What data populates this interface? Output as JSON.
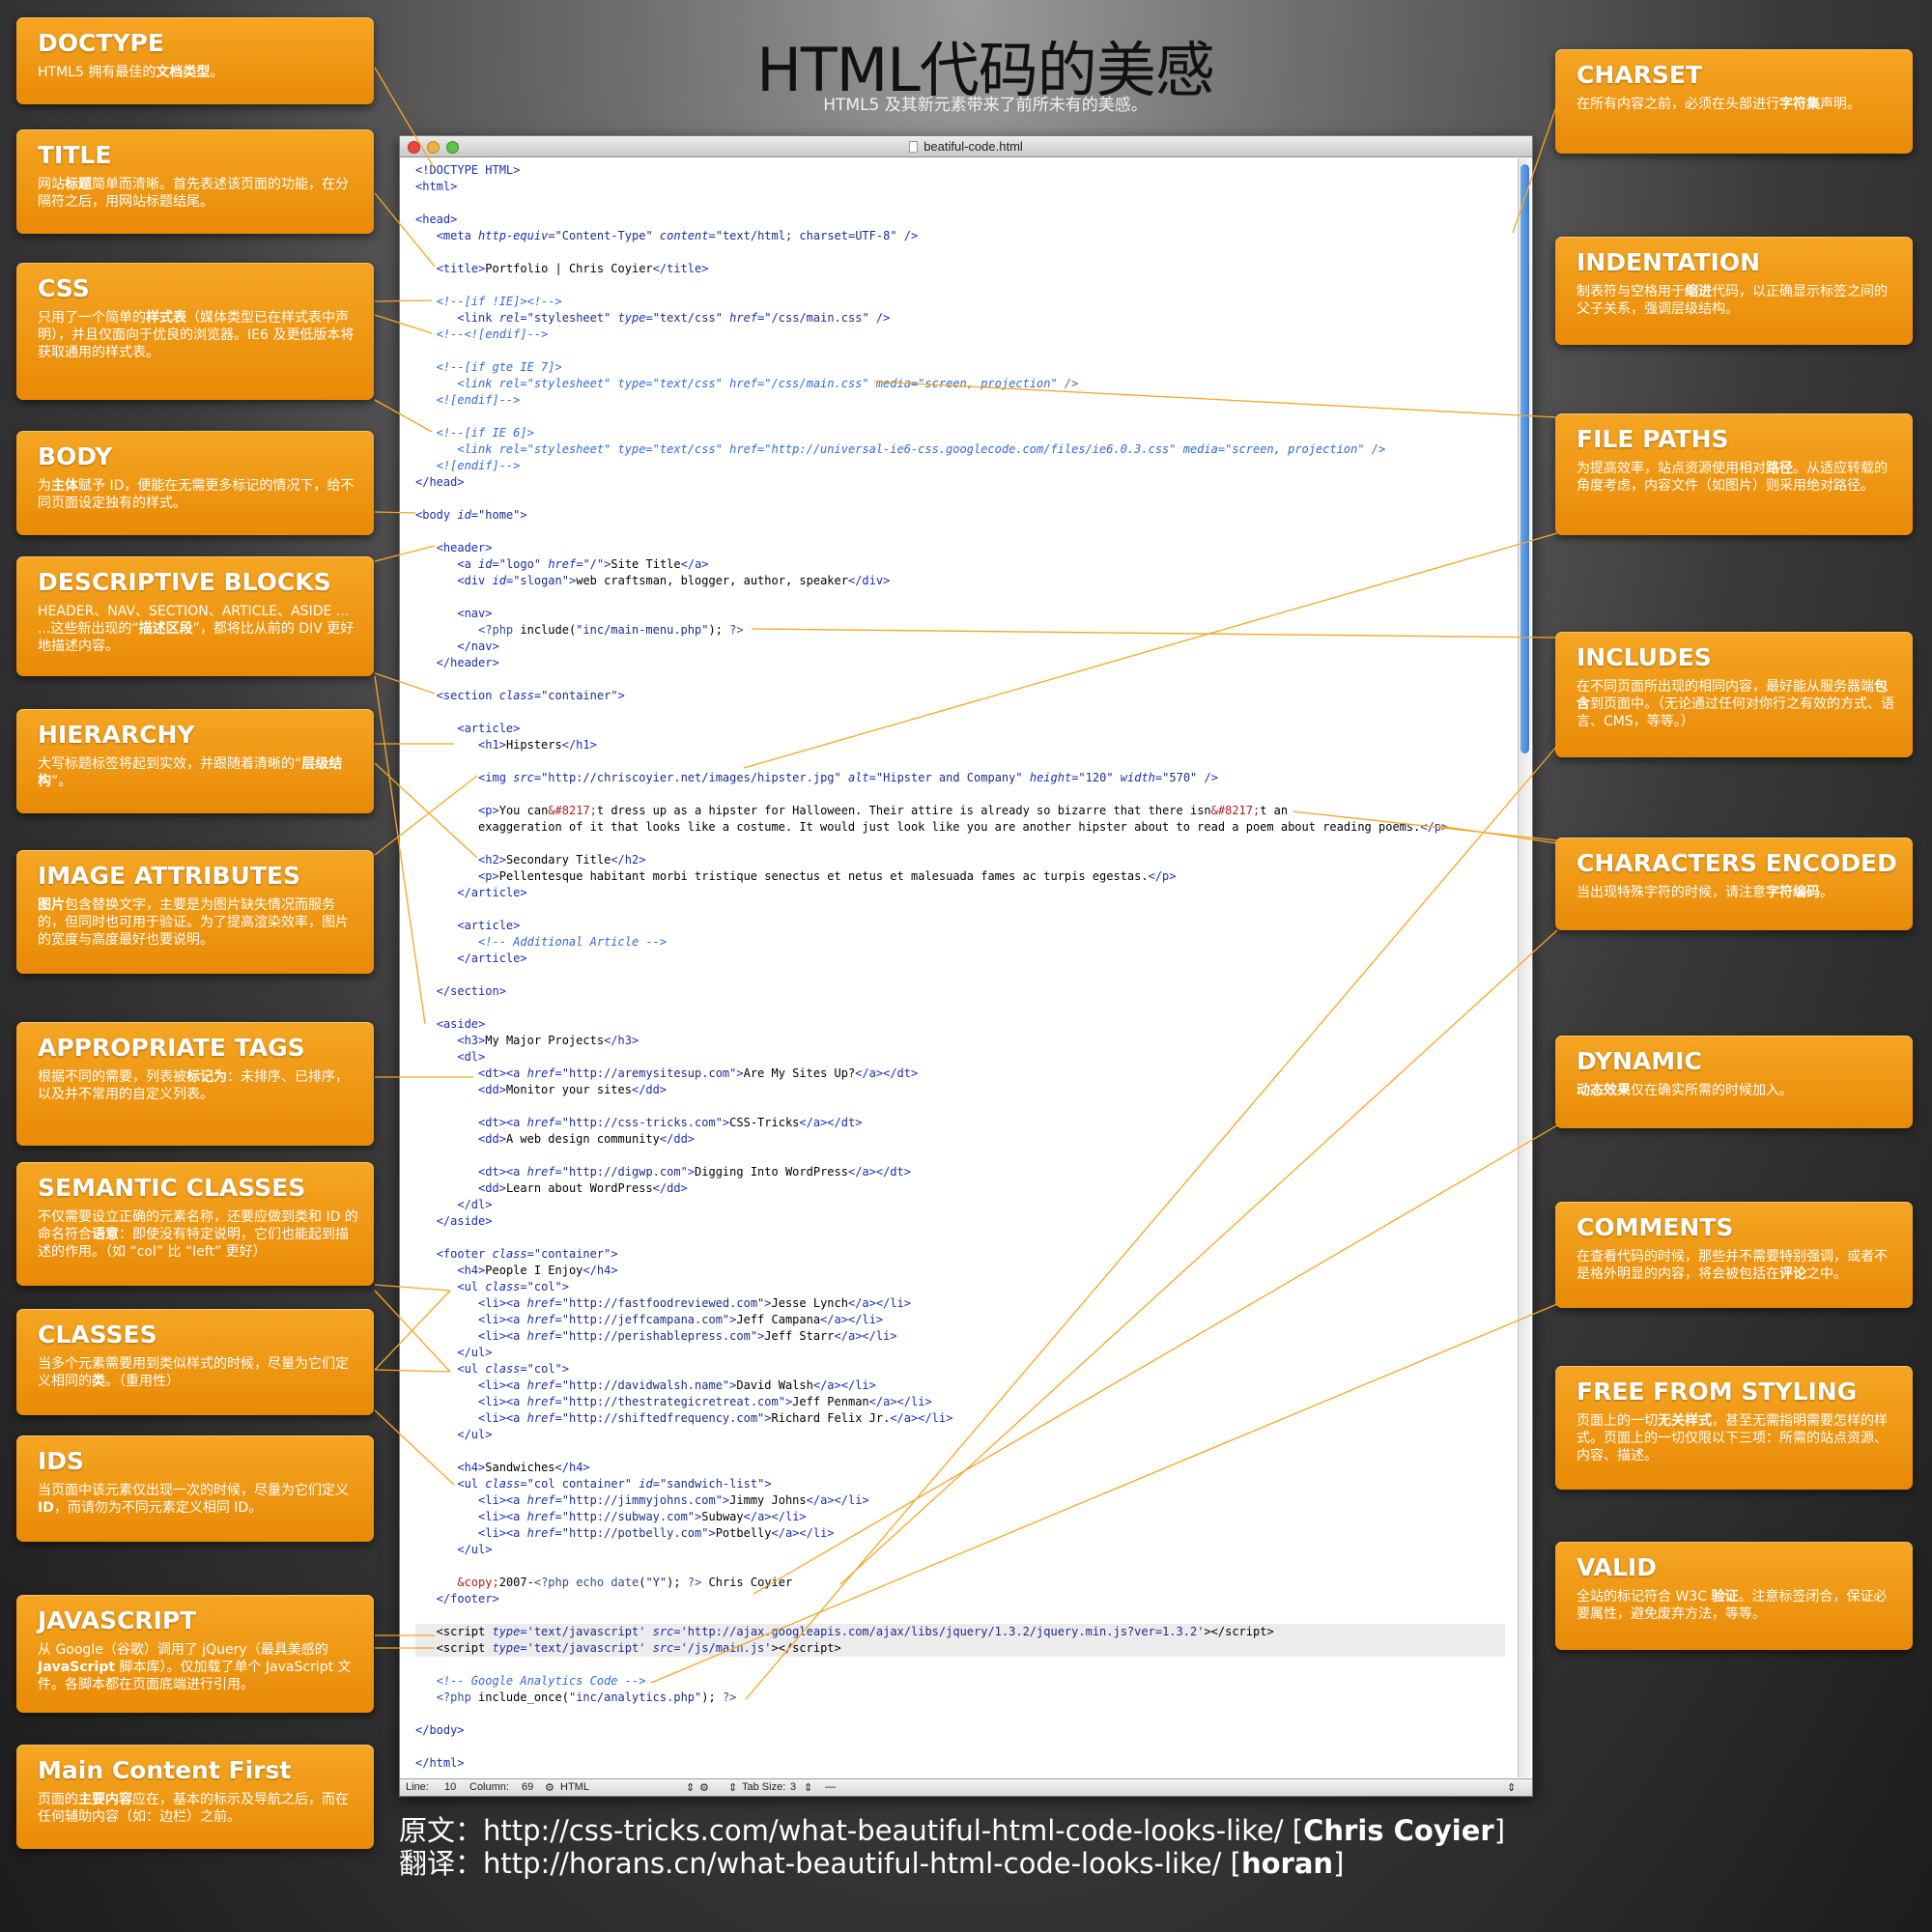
{
  "header": {
    "title": "HTML代码的美感",
    "subtitle": "HTML5 及其新元素带来了前所未有的美感。"
  },
  "left_cards": [
    {
      "title": "DOCTYPE",
      "desc": "HTML5 拥有最佳的<b>文档类型</b>。"
    },
    {
      "title": "TITLE",
      "desc": "网站<b>标题</b>简单而清晰。首先表述该页面的功能，在分隔符之后，用网站标题结尾。"
    },
    {
      "title": "CSS",
      "desc": "只用了一个简单的<b>样式表</b>（媒体类型已在样式表中声明），并且仅面向于优良的浏览器。IE6 及更低版本将获取通用的样式表。"
    },
    {
      "title": "BODY",
      "desc": "为<b>主体</b>赋予 ID，便能在无需更多标记的情况下，给不同页面设定独有的样式。"
    },
    {
      "title": "DESCRIPTIVE BLOCKS",
      "desc": "HEADER、NAV、SECTION、ARTICLE、ASIDE ... ...这些新出现的“<b>描述区段</b>”，都将比从前的 DIV 更好地描述内容。"
    },
    {
      "title": "HIERARCHY",
      "desc": "大写标题标签将起到实效，并跟随着清晰的“<b>层级结构</b>”。"
    },
    {
      "title": "IMAGE ATTRIBUTES",
      "desc": "<b>图片</b>包含替换文字，主要是为图片缺失情况而服务的，但同时也可用于验证。为了提高渲染效率，图片的宽度与高度最好也要说明。"
    },
    {
      "title": "APPROPRIATE TAGS",
      "desc": "根据不同的需要，列表被<b>标记为</b>：未排序、已排序，以及并不常用的自定义列表。"
    },
    {
      "title": "SEMANTIC CLASSES",
      "desc": "不仅需要设立正确的元素名称，还要应做到类和 ID 的命名符合<b>语意</b>：即使没有特定说明，它们也能起到描述的作用。（如 “col” 比 “left” 更好）"
    },
    {
      "title": "CLASSES",
      "desc": "当多个元素需要用到类似样式的时候，尽量为它们定义相同的<b>类</b>。（重用性）"
    },
    {
      "title": "IDS",
      "desc": "当页面中该元素仅出现一次的时候，尽量为它们定义 <b>ID</b>，而请勿为不同元素定义相同 ID。"
    },
    {
      "title": "JAVASCRIPT",
      "desc": "从 Google（谷歌）调用了 jQuery（最具美感的 <b>JavaScript</b> 脚本库）。仅加载了单个 JavaScript 文件。各脚本都在页面底端进行引用。"
    },
    {
      "title": "Main Content First",
      "desc": "页面的<b>主要内容</b>应在，基本的标示及导航之后，而在任何辅助内容（如：边栏）之前。"
    }
  ],
  "right_cards": [
    {
      "title": "CHARSET",
      "desc": "在所有内容之前，必须在头部进行<b>字符集</b>声明。"
    },
    {
      "title": "INDENTATION",
      "desc": "制表符与空格用于<b>缩进</b>代码，以正确显示标签之间的父子关系，强调层级结构。"
    },
    {
      "title": "FILE PATHS",
      "desc": "为提高效率，站点资源使用相对<b>路径</b>。从适应转载的角度考虑，内容文件（如图片）则采用绝对路径。"
    },
    {
      "title": "INCLUDES",
      "desc": "在不同页面所出现的相同内容，最好能从服务器端<b>包含</b>到页面中。（无论通过任何对你行之有效的方式、语言、CMS，等等。）"
    },
    {
      "title": "CHARACTERS ENCODED",
      "desc": "当出现特殊字符的时候，请注意<b>字符编码</b>。"
    },
    {
      "title": "DYNAMIC",
      "desc": "<b>动态效果</b>仅在确实所需的时候加入。"
    },
    {
      "title": "COMMENTS",
      "desc": "在查看代码的时候，那些并不需要特别强调，或者不是格外明显的内容，将会被包括在<b>评论</b>之中。"
    },
    {
      "title": "FREE FROM STYLING",
      "desc": "页面上的一切<b>无关样式</b>，甚至无需指明需要怎样的样式。页面上的一切仅限以下三项：所需的站点资源、内容、描述。"
    },
    {
      "title": "VALID",
      "desc": "全站的标记符合 W3C <b>验证</b>。注意标签闭合，保证必要属性，避免废弃方法，等等。"
    }
  ],
  "editor": {
    "filename": "beatiful-code.html",
    "status": {
      "line_label": "Line:",
      "line": "10",
      "column_label": "Column:",
      "column": "69",
      "syntax": "HTML",
      "tab_label": "Tab Size:",
      "tab_size": "3",
      "symbol": "—"
    },
    "code": [
      {
        "hl": false,
        "html": "<span class=\"t\">&lt;!DOCTYPE HTML&gt;</span>"
      },
      {
        "hl": false,
        "html": "<span class=\"t\">&lt;html&gt;</span>"
      },
      {
        "hl": false,
        "html": ""
      },
      {
        "hl": false,
        "html": "<span class=\"t\">&lt;head&gt;</span>"
      },
      {
        "hl": false,
        "html": "   <span class=\"t\">&lt;meta</span> <span class=\"a\">http-equiv=</span><span class=\"s\">\"Content-Type\"</span> <span class=\"a\">content=</span><span class=\"s\">\"text/html; charset=UTF-8\"</span> <span class=\"t\">/&gt;</span>"
      },
      {
        "hl": false,
        "html": ""
      },
      {
        "hl": false,
        "html": "   <span class=\"t\">&lt;title&gt;</span>Portfolio | Chris Coyier<span class=\"t\">&lt;/title&gt;</span>"
      },
      {
        "hl": false,
        "html": ""
      },
      {
        "hl": false,
        "html": "   <span class=\"c\">&lt;!--[if !IE]&gt;&lt;!--&gt;</span>"
      },
      {
        "hl": false,
        "html": "      <span class=\"t\">&lt;link</span> <span class=\"a\">rel=</span><span class=\"s\">\"stylesheet\"</span> <span class=\"a\">type=</span><span class=\"s\">\"text/css\"</span> <span class=\"a\">href=</span><span class=\"s\">\"/css/main.css\"</span> <span class=\"t\">/&gt;</span>"
      },
      {
        "hl": false,
        "html": "   <span class=\"c\">&lt;!--&lt;![endif]--&gt;</span>"
      },
      {
        "hl": false,
        "html": ""
      },
      {
        "hl": false,
        "html": "   <span class=\"c\">&lt;!--[if gte IE 7]&gt;</span>"
      },
      {
        "hl": false,
        "html": "      <span class=\"c\">&lt;link rel=\"stylesheet\" type=\"text/css\" href=\"/css/main.css\" media=\"screen, projection\" /&gt;</span>"
      },
      {
        "hl": false,
        "html": "   <span class=\"c\">&lt;![endif]--&gt;</span>"
      },
      {
        "hl": false,
        "html": ""
      },
      {
        "hl": false,
        "html": "   <span class=\"c\">&lt;!--[if IE 6]&gt;</span>"
      },
      {
        "hl": false,
        "html": "      <span class=\"c\">&lt;link rel=\"stylesheet\" type=\"text/css\" href=\"http://universal-ie6-css.googlecode.com/files/ie6.0.3.css\" media=\"screen, projection\" /&gt;</span>"
      },
      {
        "hl": false,
        "html": "   <span class=\"c\">&lt;![endif]--&gt;</span>"
      },
      {
        "hl": false,
        "html": "<span class=\"t\">&lt;/head&gt;</span>"
      },
      {
        "hl": false,
        "html": ""
      },
      {
        "hl": false,
        "html": "<span class=\"t\">&lt;body</span> <span class=\"a\">id=</span><span class=\"s\">\"home\"</span><span class=\"t\">&gt;</span>"
      },
      {
        "hl": false,
        "html": ""
      },
      {
        "hl": false,
        "html": "   <span class=\"t\">&lt;header&gt;</span>"
      },
      {
        "hl": false,
        "html": "      <span class=\"t\">&lt;a</span> <span class=\"a\">id=</span><span class=\"s\">\"logo\"</span> <span class=\"a\">href=</span><span class=\"s\">\"/\"</span><span class=\"t\">&gt;</span>Site Title<span class=\"t\">&lt;/a&gt;</span>"
      },
      {
        "hl": false,
        "html": "      <span class=\"t\">&lt;div</span> <span class=\"a\">id=</span><span class=\"s\">\"slogan\"</span><span class=\"t\">&gt;</span>web craftsman, blogger, author, speaker<span class=\"t\">&lt;/div&gt;</span>"
      },
      {
        "hl": false,
        "html": ""
      },
      {
        "hl": false,
        "html": "      <span class=\"t\">&lt;nav&gt;</span>"
      },
      {
        "hl": false,
        "html": "         <span class=\"p\">&lt;?php</span> include(<span class=\"s\">\"inc/main-menu.php\"</span>); <span class=\"p\">?&gt;</span>"
      },
      {
        "hl": false,
        "html": "      <span class=\"t\">&lt;/nav&gt;</span>"
      },
      {
        "hl": false,
        "html": "   <span class=\"t\">&lt;/header&gt;</span>"
      },
      {
        "hl": false,
        "html": ""
      },
      {
        "hl": false,
        "html": "   <span class=\"t\">&lt;section</span> <span class=\"a\">class=</span><span class=\"s\">\"container\"</span><span class=\"t\">&gt;</span>"
      },
      {
        "hl": false,
        "html": ""
      },
      {
        "hl": false,
        "html": "      <span class=\"t\">&lt;article&gt;</span>"
      },
      {
        "hl": false,
        "html": "         <span class=\"t\">&lt;h1&gt;</span>Hipsters<span class=\"t\">&lt;/h1&gt;</span>"
      },
      {
        "hl": false,
        "html": ""
      },
      {
        "hl": false,
        "html": "         <span class=\"t\">&lt;img</span> <span class=\"a\">src=</span><span class=\"s\">\"http://chriscoyier.net/images/hipster.jpg\"</span> <span class=\"a\">alt=</span><span class=\"s\">\"Hipster and Company\"</span> <span class=\"a\">height=</span><span class=\"s\">\"120\"</span> <span class=\"a\">width=</span><span class=\"s\">\"570\"</span> <span class=\"t\">/&gt;</span>"
      },
      {
        "hl": false,
        "html": ""
      },
      {
        "hl": false,
        "html": "         <span class=\"t\">&lt;p&gt;</span>You can<span class=\"e\">&amp;#8217;</span>t dress up as a hipster for Halloween. Their attire is already so bizarre that there isn<span class=\"e\">&amp;#8217;</span>t an"
      },
      {
        "hl": false,
        "html": "         exaggeration of it that looks like a costume. It would just look like you are another hipster about to read a poem about reading poems.<span class=\"t\">&lt;/p&gt;</span>"
      },
      {
        "hl": false,
        "html": ""
      },
      {
        "hl": false,
        "html": "         <span class=\"t\">&lt;h2&gt;</span>Secondary Title<span class=\"t\">&lt;/h2&gt;</span>"
      },
      {
        "hl": false,
        "html": "         <span class=\"t\">&lt;p&gt;</span>Pellentesque habitant morbi tristique senectus et netus et malesuada fames ac turpis egestas.<span class=\"t\">&lt;/p&gt;</span>"
      },
      {
        "hl": false,
        "html": "      <span class=\"t\">&lt;/article&gt;</span>"
      },
      {
        "hl": false,
        "html": ""
      },
      {
        "hl": false,
        "html": "      <span class=\"t\">&lt;article&gt;</span>"
      },
      {
        "hl": false,
        "html": "         <span class=\"c\">&lt;!-- Additional Article --&gt;</span>"
      },
      {
        "hl": false,
        "html": "      <span class=\"t\">&lt;/article&gt;</span>"
      },
      {
        "hl": false,
        "html": ""
      },
      {
        "hl": false,
        "html": "   <span class=\"t\">&lt;/section&gt;</span>"
      },
      {
        "hl": false,
        "html": ""
      },
      {
        "hl": false,
        "html": "   <span class=\"t\">&lt;aside&gt;</span>"
      },
      {
        "hl": false,
        "html": "      <span class=\"t\">&lt;h3&gt;</span>My Major Projects<span class=\"t\">&lt;/h3&gt;</span>"
      },
      {
        "hl": false,
        "html": "      <span class=\"t\">&lt;dl&gt;</span>"
      },
      {
        "hl": false,
        "html": "         <span class=\"t\">&lt;dt&gt;&lt;a</span> <span class=\"a\">href=</span><span class=\"s\">\"http://aremysitesup.com\"</span><span class=\"t\">&gt;</span>Are My Sites Up?<span class=\"t\">&lt;/a&gt;&lt;/dt&gt;</span>"
      },
      {
        "hl": false,
        "html": "         <span class=\"t\">&lt;dd&gt;</span>Monitor your sites<span class=\"t\">&lt;/dd&gt;</span>"
      },
      {
        "hl": false,
        "html": ""
      },
      {
        "hl": false,
        "html": "         <span class=\"t\">&lt;dt&gt;&lt;a</span> <span class=\"a\">href=</span><span class=\"s\">\"http://css-tricks.com\"</span><span class=\"t\">&gt;</span>CSS-Tricks<span class=\"t\">&lt;/a&gt;&lt;/dt&gt;</span>"
      },
      {
        "hl": false,
        "html": "         <span class=\"t\">&lt;dd&gt;</span>A web design community<span class=\"t\">&lt;/dd&gt;</span>"
      },
      {
        "hl": false,
        "html": ""
      },
      {
        "hl": false,
        "html": "         <span class=\"t\">&lt;dt&gt;&lt;a</span> <span class=\"a\">href=</span><span class=\"s\">\"http://digwp.com\"</span><span class=\"t\">&gt;</span>Digging Into WordPress<span class=\"t\">&lt;/a&gt;&lt;/dt&gt;</span>"
      },
      {
        "hl": false,
        "html": "         <span class=\"t\">&lt;dd&gt;</span>Learn about WordPress<span class=\"t\">&lt;/dd&gt;</span>"
      },
      {
        "hl": false,
        "html": "      <span class=\"t\">&lt;/dl&gt;</span>"
      },
      {
        "hl": false,
        "html": "   <span class=\"t\">&lt;/aside&gt;</span>"
      },
      {
        "hl": false,
        "html": ""
      },
      {
        "hl": false,
        "html": "   <span class=\"t\">&lt;footer</span> <span class=\"a\">class=</span><span class=\"s\">\"container\"</span><span class=\"t\">&gt;</span>"
      },
      {
        "hl": false,
        "html": "      <span class=\"t\">&lt;h4&gt;</span>People I Enjoy<span class=\"t\">&lt;/h4&gt;</span>"
      },
      {
        "hl": false,
        "html": "      <span class=\"t\">&lt;ul</span> <span class=\"a\">class=</span><span class=\"s\">\"col\"</span><span class=\"t\">&gt;</span>"
      },
      {
        "hl": false,
        "html": "         <span class=\"t\">&lt;li&gt;&lt;a</span> <span class=\"a\">href=</span><span class=\"s\">\"http://fastfoodreviewed.com\"</span><span class=\"t\">&gt;</span>Jesse Lynch<span class=\"t\">&lt;/a&gt;&lt;/li&gt;</span>"
      },
      {
        "hl": false,
        "html": "         <span class=\"t\">&lt;li&gt;&lt;a</span> <span class=\"a\">href=</span><span class=\"s\">\"http://jeffcampana.com\"</span><span class=\"t\">&gt;</span>Jeff Campana<span class=\"t\">&lt;/a&gt;&lt;/li&gt;</span>"
      },
      {
        "hl": false,
        "html": "         <span class=\"t\">&lt;li&gt;&lt;a</span> <span class=\"a\">href=</span><span class=\"s\">\"http://perishablepress.com\"</span><span class=\"t\">&gt;</span>Jeff Starr<span class=\"t\">&lt;/a&gt;&lt;/li&gt;</span>"
      },
      {
        "hl": false,
        "html": "      <span class=\"t\">&lt;/ul&gt;</span>"
      },
      {
        "hl": false,
        "html": "      <span class=\"t\">&lt;ul</span> <span class=\"a\">class=</span><span class=\"s\">\"col\"</span><span class=\"t\">&gt;</span>"
      },
      {
        "hl": false,
        "html": "         <span class=\"t\">&lt;li&gt;&lt;a</span> <span class=\"a\">href=</span><span class=\"s\">\"http://davidwalsh.name\"</span><span class=\"t\">&gt;</span>David Walsh<span class=\"t\">&lt;/a&gt;&lt;/li&gt;</span>"
      },
      {
        "hl": false,
        "html": "         <span class=\"t\">&lt;li&gt;&lt;a</span> <span class=\"a\">href=</span><span class=\"s\">\"http://thestrategicretreat.com\"</span><span class=\"t\">&gt;</span>Jeff Penman<span class=\"t\">&lt;/a&gt;&lt;/li&gt;</span>"
      },
      {
        "hl": false,
        "html": "         <span class=\"t\">&lt;li&gt;&lt;a</span> <span class=\"a\">href=</span><span class=\"s\">\"http://shiftedfrequency.com\"</span><span class=\"t\">&gt;</span>Richard Felix Jr.<span class=\"t\">&lt;/a&gt;&lt;/li&gt;</span>"
      },
      {
        "hl": false,
        "html": "      <span class=\"t\">&lt;/ul&gt;</span>"
      },
      {
        "hl": false,
        "html": ""
      },
      {
        "hl": false,
        "html": "      <span class=\"t\">&lt;h4&gt;</span>Sandwiches<span class=\"t\">&lt;/h4&gt;</span>"
      },
      {
        "hl": false,
        "html": "      <span class=\"t\">&lt;ul</span> <span class=\"a\">class=</span><span class=\"s\">\"col container\"</span> <span class=\"a\">id=</span><span class=\"s\">\"sandwich-list\"</span><span class=\"t\">&gt;</span>"
      },
      {
        "hl": false,
        "html": "         <span class=\"t\">&lt;li&gt;&lt;a</span> <span class=\"a\">href=</span><span class=\"s\">\"http://jimmyjohns.com\"</span><span class=\"t\">&gt;</span>Jimmy Johns<span class=\"t\">&lt;/a&gt;&lt;/li&gt;</span>"
      },
      {
        "hl": false,
        "html": "         <span class=\"t\">&lt;li&gt;&lt;a</span> <span class=\"a\">href=</span><span class=\"s\">\"http://subway.com\"</span><span class=\"t\">&gt;</span>Subway<span class=\"t\">&lt;/a&gt;&lt;/li&gt;</span>"
      },
      {
        "hl": false,
        "html": "         <span class=\"t\">&lt;li&gt;&lt;a</span> <span class=\"a\">href=</span><span class=\"s\">\"http://potbelly.com\"</span><span class=\"t\">&gt;</span>Potbelly<span class=\"t\">&lt;/a&gt;&lt;/li&gt;</span>"
      },
      {
        "hl": false,
        "html": "      <span class=\"t\">&lt;/ul&gt;</span>"
      },
      {
        "hl": false,
        "html": ""
      },
      {
        "hl": false,
        "html": "      <span class=\"e\">&amp;copy;</span>2007-<span class=\"p\">&lt;?php</span> <span class=\"p\">echo date</span>(<span class=\"s\">\"Y\"</span>); <span class=\"p\">?&gt;</span> Chris Coyier"
      },
      {
        "hl": false,
        "html": "   <span class=\"t\">&lt;/footer&gt;</span>"
      },
      {
        "hl": false,
        "html": ""
      },
      {
        "hl": true,
        "html": "   &lt;script <span class=\"a\">type=</span><span class=\"s\">'text/javascript'</span> <span class=\"a\">src=</span><span class=\"s\">'http://ajax.googleapis.com/ajax/libs/jquery/1.3.2/jquery.min.js?ver=1.3.2'</span>&gt;&lt;/script&gt;"
      },
      {
        "hl": true,
        "html": "   &lt;script <span class=\"a\">type=</span><span class=\"s\">'text/javascript'</span> <span class=\"a\">src=</span><span class=\"s\">'/js/main.js'</span>&gt;&lt;/script&gt;"
      },
      {
        "hl": false,
        "html": ""
      },
      {
        "hl": false,
        "html": "   <span class=\"c\">&lt;!-- Google Analytics Code --&gt;</span>"
      },
      {
        "hl": false,
        "html": "   <span class=\"p\">&lt;?php</span> include_once(<span class=\"s\">\"inc/analytics.php\"</span>); <span class=\"p\">?&gt;</span>"
      },
      {
        "hl": false,
        "html": ""
      },
      {
        "hl": false,
        "html": "<span class=\"t\">&lt;/body&gt;</span>"
      },
      {
        "hl": false,
        "html": ""
      },
      {
        "hl": false,
        "html": "<span class=\"t\">&lt;/html&gt;</span>"
      }
    ]
  },
  "credits": {
    "original_label": "原文：",
    "original_url": "http://css-tricks.com/what-beautiful-html-code-looks-like/",
    "original_author": "Chris Coyier",
    "translation_label": "翻译：",
    "translation_url": "http://horans.cn/what-beautiful-html-code-looks-like/",
    "translation_author": "horan"
  },
  "colors": {
    "card": "#f5a623",
    "connector": "#f5a623",
    "tag": "#1c2cb4",
    "comment": "#2f6bd8",
    "entity": "#b01e1e"
  }
}
